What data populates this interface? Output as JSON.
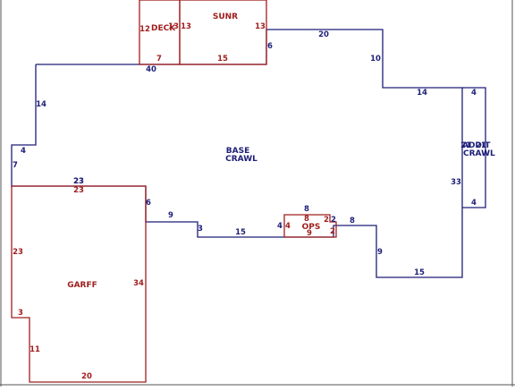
{
  "colors": {
    "main_line": "#1e1e78",
    "sub_line": "#a01e1e",
    "frame": "#555555",
    "background": "#ffffff"
  },
  "areas": {
    "base": {
      "label_1": "BASE",
      "label_2": "CRAWL"
    },
    "addition": {
      "label_1": "ADDIT",
      "label_2": "CRAWL"
    },
    "garage": {
      "label": "GARFF"
    },
    "deck": {
      "label": "DECK"
    },
    "sunroom": {
      "label": "SUNR"
    },
    "porch": {
      "label": "OPS"
    }
  },
  "dims": {
    "base": {
      "top_left": "40",
      "top_right": "20",
      "right_upper": "10",
      "mid_right": "14",
      "right_lower": "33",
      "bottom_right": "15",
      "right_step": "9",
      "step_top": "8",
      "step_small": "2",
      "porch_left": "4",
      "bottom_mid": "15",
      "small_drop": "3",
      "bottom_left": "9",
      "garage_side": "6",
      "top_of_garage": "23",
      "left_lower": "7",
      "notch": "4",
      "left_upper": "14",
      "sun_side": "6"
    },
    "addition": {
      "top": "4",
      "bottom": "4",
      "side": "21",
      "side_b": "21"
    },
    "garage": {
      "top": "23",
      "left": "23",
      "right": "34",
      "notch": "3",
      "lower_left": "11",
      "bottom": "20"
    },
    "deck": {
      "left": "12",
      "right": "13",
      "bottom": "7"
    },
    "sunroom": {
      "left": "13",
      "right": "13",
      "bottom": "15"
    },
    "porch": {
      "top": "8",
      "left": "4",
      "right": "2",
      "bottom": "9",
      "right_b": "2"
    }
  }
}
